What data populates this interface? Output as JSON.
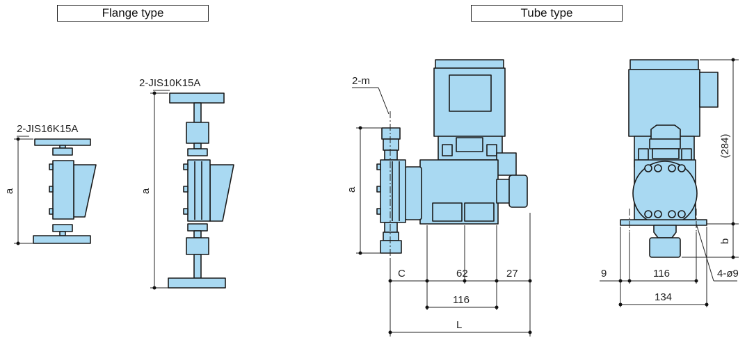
{
  "headers": {
    "flange": "Flange type",
    "tube": "Tube type"
  },
  "callouts": {
    "jis16": "2-JIS16K15A",
    "jis10": "2-JIS10K15A",
    "port": "2-m",
    "holes": "4-ø9"
  },
  "dimensions": {
    "a": "a",
    "b": "b",
    "c": "C",
    "l": "L",
    "height": "(284)",
    "d62": "62",
    "d27": "27",
    "d116": "116",
    "d9": "9",
    "d134": "134"
  },
  "colors": {
    "body": "#a9d9f2",
    "outline": "#1a1a1a"
  }
}
